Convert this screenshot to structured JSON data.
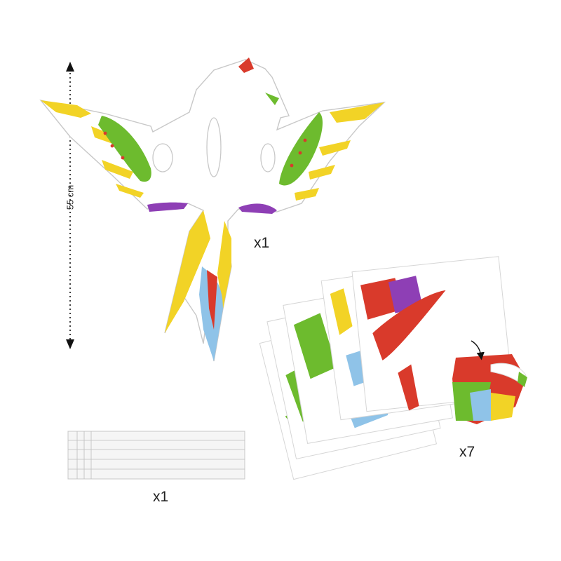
{
  "dimension": {
    "height_label": "55 cm"
  },
  "quantities": {
    "bird_sheet": "x1",
    "sticker_strip": "x1",
    "paper_sheets": "x7"
  },
  "colors": {
    "yellow": "#f2d326",
    "green": "#6dbb2e",
    "purple": "#8e3fb5",
    "red": "#d93a2b",
    "blue": "#8fc3e8",
    "outline": "#b9b9b9",
    "paper": "#ffffff"
  }
}
